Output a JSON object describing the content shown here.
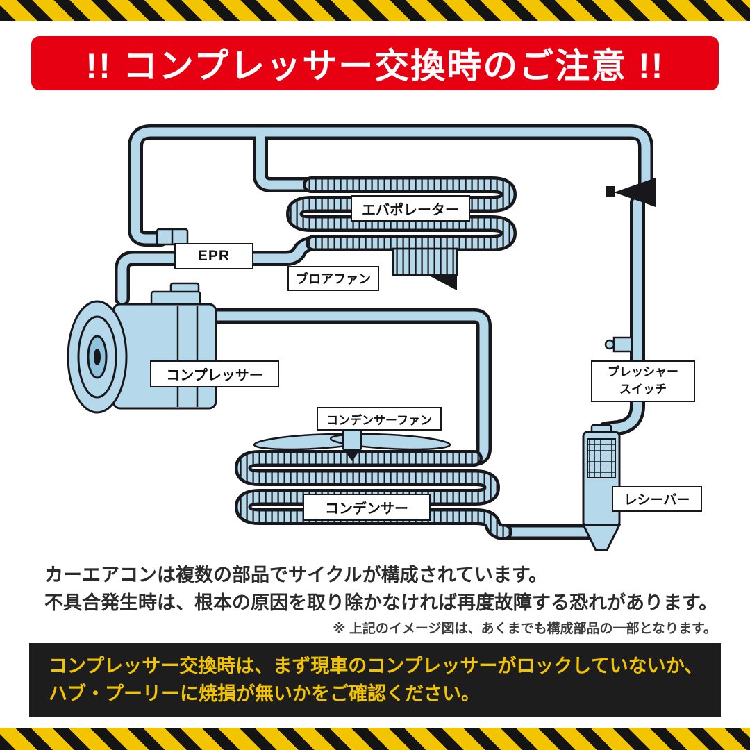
{
  "colors": {
    "hazard-yellow": "#f3c500",
    "hazard-black": "#141414",
    "banner-bg": "#e60012",
    "banner-fg": "#ffffff",
    "pipe": "#b5d9ea",
    "pipe-deep": "#8fc3dc",
    "outline": "#17171c",
    "text": "#2b2b2b",
    "note": "#3c3c3c",
    "warn-bg": "#1d1d1d",
    "warn-fg": "#f2c400",
    "label-bg": "#ffffff"
  },
  "banner": {
    "title": "!! コンプレッサー交換時のご注意 !!"
  },
  "diagram": {
    "labels": {
      "evaporator": "エバポレーター",
      "epr": "EPR",
      "blower_fan": "ブロアファン",
      "compressor": "コンプレッサー",
      "condenser_fan": "コンデンサーファン",
      "condenser": "コンデンサー",
      "pressure_switch_1": "プレッシャー",
      "pressure_switch_2": "スイッチ",
      "receiver": "レシーバー"
    }
  },
  "body_text": {
    "line1": "カーエアコンは複数の部品でサイクルが構成されています。",
    "line2": "不具合発生時は、根本の原因を取り除かなければ再度故障する恐れがあります。",
    "note": "※ 上記のイメージ図は、あくまでも構成部品の一部となります。"
  },
  "warning_box": {
    "line1": "コンプレッサー交換時は、まず現車のコンプレッサーがロックしていないか、",
    "line2": "ハブ・プーリーに焼損が無いかをご確認ください。"
  }
}
